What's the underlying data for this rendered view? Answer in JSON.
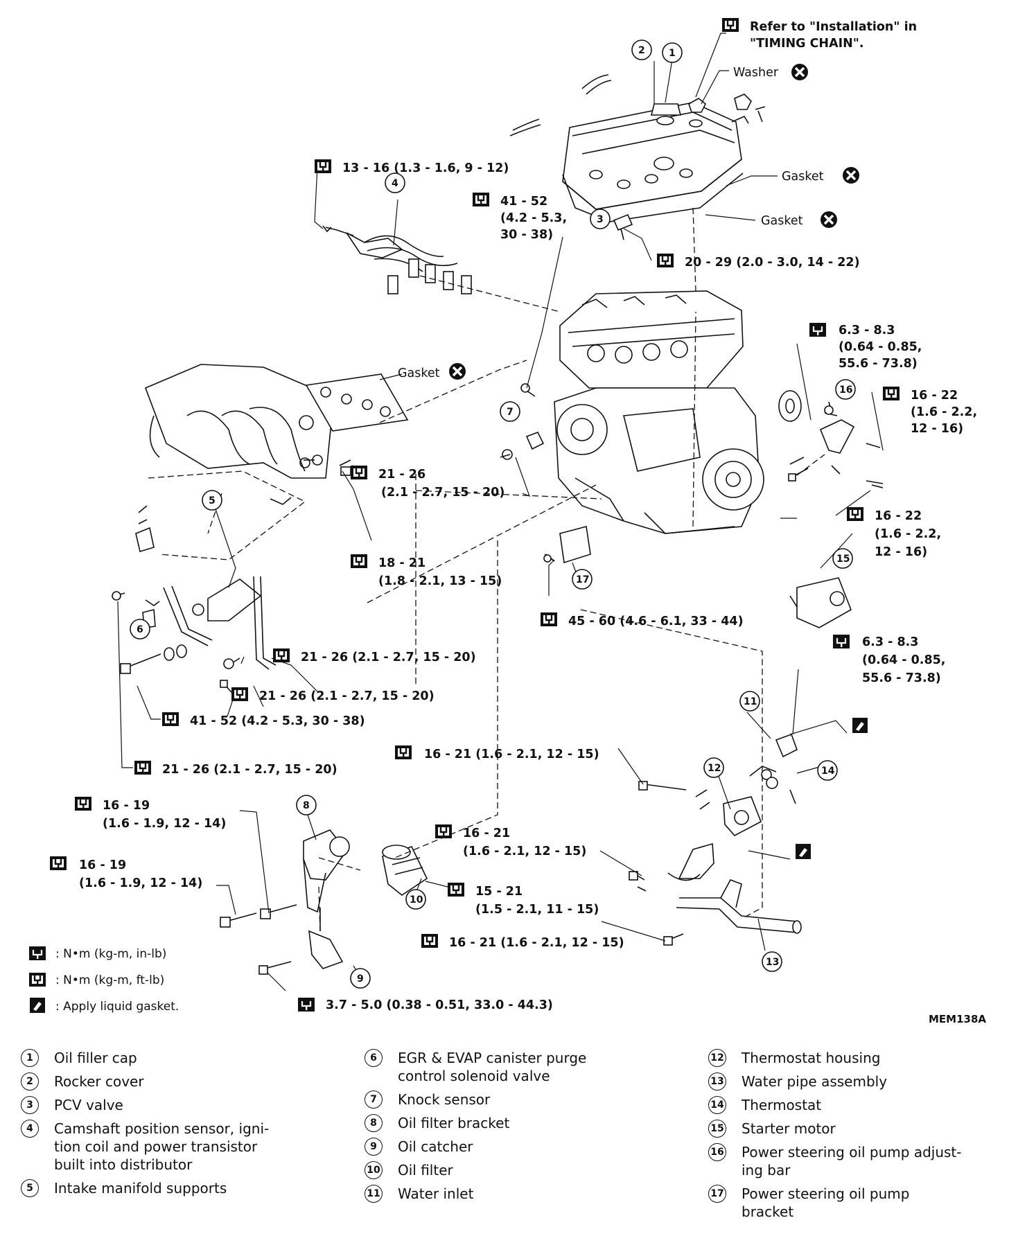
{
  "diagram_code": "MEM138A",
  "top_note": {
    "line1": "Refer to \"Installation\" in",
    "line2": "\"TIMING CHAIN\"."
  },
  "labels": {
    "washer": "Washer",
    "gasket_a": "Gasket",
    "gasket_b": "Gasket",
    "gasket_c": "Gasket"
  },
  "torques": {
    "t1": "13 - 16 (1.3 - 1.6, 9 - 12)",
    "t2a": "41 - 52",
    "t2b": "(4.2 - 5.3,",
    "t2c": "30 - 38)",
    "t3": "20 - 29 (2.0 - 3.0, 14 - 22)",
    "t4a": "6.3 - 8.3",
    "t4b": "(0.64 - 0.85,",
    "t4c": "55.6 - 73.8)",
    "t5a": "16 - 22",
    "t5b": "(1.6 - 2.2,",
    "t5c": "12 - 16)",
    "t6a": "21 - 26",
    "t6b": "(2.1 - 2.7, 15 - 20)",
    "t7a": "16 - 22",
    "t7b": "(1.6 - 2.2,",
    "t7c": "12 - 16)",
    "t8a": "18 - 21",
    "t8b": "(1.8 - 2.1, 13 - 15)",
    "t9": "45 - 60 (4.6 - 6.1, 33 - 44)",
    "t10": "21 - 26 (2.1 - 2.7, 15 - 20)",
    "t11a": "6.3 - 8.3",
    "t11b": "(0.64 - 0.85,",
    "t11c": "55.6 - 73.8)",
    "t12": "21 - 26 (2.1 - 2.7, 15 - 20)",
    "t13": "41 - 52 (4.2 - 5.3, 30 - 38)",
    "t14": "16 - 21 (1.6 - 2.1, 12 - 15)",
    "t15": "21 - 26 (2.1 - 2.7, 15 - 20)",
    "t16a": "16 - 19",
    "t16b": "(1.6 - 1.9, 12 - 14)",
    "t17a": "16 - 21",
    "t17b": "(1.6 - 2.1, 12 - 15)",
    "t18a": "16 - 19",
    "t18b": "(1.6 - 1.9, 12 - 14)",
    "t19a": "15 - 21",
    "t19b": "(1.5 - 2.1, 11 - 15)",
    "t20": "16 - 21 (1.6 - 2.1, 12 - 15)",
    "t21": "3.7 - 5.0 (0.38 - 0.51, 33.0 - 44.3)"
  },
  "legend": {
    "inlb": ": N•m (kg-m, in-lb)",
    "ftlb": ": N•m (kg-m, ft-lb)",
    "gasket": ": Apply liquid gasket."
  },
  "parts": [
    {
      "num": "1",
      "name": "Oil filler cap"
    },
    {
      "num": "2",
      "name": "Rocker cover"
    },
    {
      "num": "3",
      "name": "PCV valve"
    },
    {
      "num": "4",
      "name": "Camshaft position sensor, igni-\ntion coil and power transistor\nbuilt into distributor"
    },
    {
      "num": "5",
      "name": "Intake manifold supports"
    },
    {
      "num": "6",
      "name": "EGR & EVAP canister purge\ncontrol solenoid valve"
    },
    {
      "num": "7",
      "name": "Knock sensor"
    },
    {
      "num": "8",
      "name": "Oil filter bracket"
    },
    {
      "num": "9",
      "name": "Oil catcher"
    },
    {
      "num": "10",
      "name": "Oil filter"
    },
    {
      "num": "11",
      "name": "Water inlet"
    },
    {
      "num": "12",
      "name": "Thermostat housing"
    },
    {
      "num": "13",
      "name": "Water pipe assembly"
    },
    {
      "num": "14",
      "name": "Thermostat"
    },
    {
      "num": "15",
      "name": "Starter motor"
    },
    {
      "num": "16",
      "name": "Power steering oil pump adjust-\ning bar"
    },
    {
      "num": "17",
      "name": "Power steering oil pump\nbracket"
    }
  ]
}
